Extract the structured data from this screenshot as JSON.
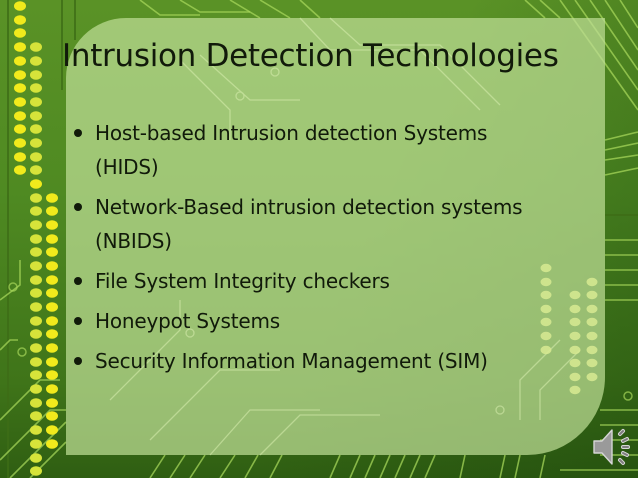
{
  "slide": {
    "title": "Intrusion Detection Technologies",
    "bullets": [
      {
        "lines": [
          "Host-based Intrusion detection Systems",
          "(HIDS)"
        ]
      },
      {
        "lines": [
          "Network-Based intrusion detection systems",
          "(NBIDS)"
        ]
      },
      {
        "lines": [
          "File System Integrity checkers"
        ]
      },
      {
        "lines": [
          "Honeypot Systems"
        ]
      },
      {
        "lines": [
          "Security Information Management (SIM)"
        ]
      }
    ],
    "audio_icon": "speaker-icon",
    "colors": {
      "background_green": "#4f8a22",
      "panel_fill": "#bedd96",
      "dot_yellow": "#f1ea1c",
      "trace_lime": "#a6d65a",
      "text": "#111a0a"
    }
  }
}
